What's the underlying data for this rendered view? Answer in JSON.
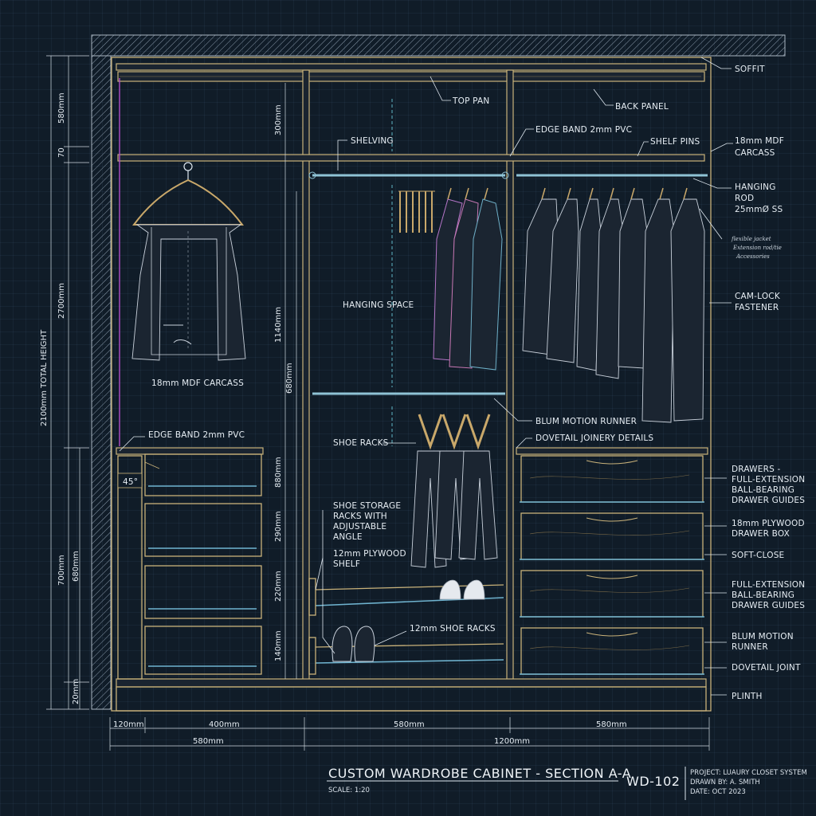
{
  "callouts": {
    "soffit": "SOFFIT",
    "top_pan": "TOP PAN",
    "back_panel": "BACK PANEL",
    "edge_band_top": "EDGE BAND 2mm PVC",
    "shelving": "SHELVING",
    "shelf_pins": "SHELF PINS",
    "mdf_carcass_right_1": "18mm MDF",
    "mdf_carcass_right_2": "CARCASS",
    "hanging_rod_1": "HANGING",
    "hanging_rod_2": "ROD",
    "hanging_rod_3": "25mmØ SS",
    "cam_lock_1": "CAM-LOCK",
    "cam_lock_2": "FASTENER",
    "hanging_space": "HANGING SPACE",
    "mdf_carcass_left": "18mm MDF CARCASS",
    "blum_runner_mid": "BLUM MOTION RUNNER",
    "dovetail_details": "DOVETAIL JOINERY DETAILS",
    "edge_band_left": "EDGE BAND 2mm PVC",
    "shoe_racks": "SHOE RACKS",
    "angle_45": "45°",
    "shoe_storage_1": "SHOE STORAGE",
    "shoe_storage_2": "RACKS WITH",
    "shoe_storage_3": "ADJUSTABLE",
    "shoe_storage_4": "ANGLE",
    "plywood_shelf_1": "12mm PLYWOOD",
    "plywood_shelf_2": "SHELF",
    "shoe_racks_12": "12mm SHOE RACKS",
    "drawers_1": "DRAWERS -",
    "drawers_2": "FULL-EXTENSION",
    "drawers_3": "BALL-BEARING",
    "drawers_4": "DRAWER GUIDES",
    "plywood_box_1": "18mm PLYWOOD",
    "plywood_box_2": "DRAWER BOX",
    "soft_close": "SOFT-CLOSE",
    "fullext_1": "FULL-EXTENSION",
    "fullext_2": "BALL-BEARING",
    "fullext_3": "DRAWER GUIDES",
    "blum_right_1": "BLUM MOTION",
    "blum_right_2": "RUNNER",
    "dovetail_joint": "DOVETAIL JOINT",
    "plinth": "PLINTH",
    "handnote_1": "flexible jacket",
    "handnote_2": "Extension rod/tie",
    "handnote_3": "Accessories"
  },
  "dimensions": {
    "v_580": "580mm",
    "v_70": "70",
    "v_2700": "2700mm",
    "v_total": "2100mm TOTAL HEIGHT",
    "v_700": "700mm",
    "v_680": "680mm",
    "v_20": "20mm",
    "c_300": "300mm",
    "c_1140": "1140mm",
    "c_680": "680mm",
    "c_880": "880mm",
    "c_290": "290mm",
    "c_220": "220mm",
    "c_140": "140mm",
    "h_120": "120mm",
    "h_400": "400mm",
    "h_580a": "580mm",
    "h_580b": "580mm",
    "h_580c": "580mm",
    "h_1200": "1200mm"
  },
  "title_block": {
    "title": "CUSTOM WARDROBE CABINET - SECTION A-A",
    "scale": "SCALE: 1:20",
    "drawing_no": "WD-102",
    "project": "PROJECT: LUAURY CLOSET SYSTEM",
    "drawn_by": "DRAWN BY: A. SMITH",
    "date": "DATE: OCT 2023"
  },
  "colors": {
    "background": "#101c28",
    "carcass": "#c9b27a",
    "rod": "#8fc3d6",
    "linework": "#dde6ee"
  }
}
